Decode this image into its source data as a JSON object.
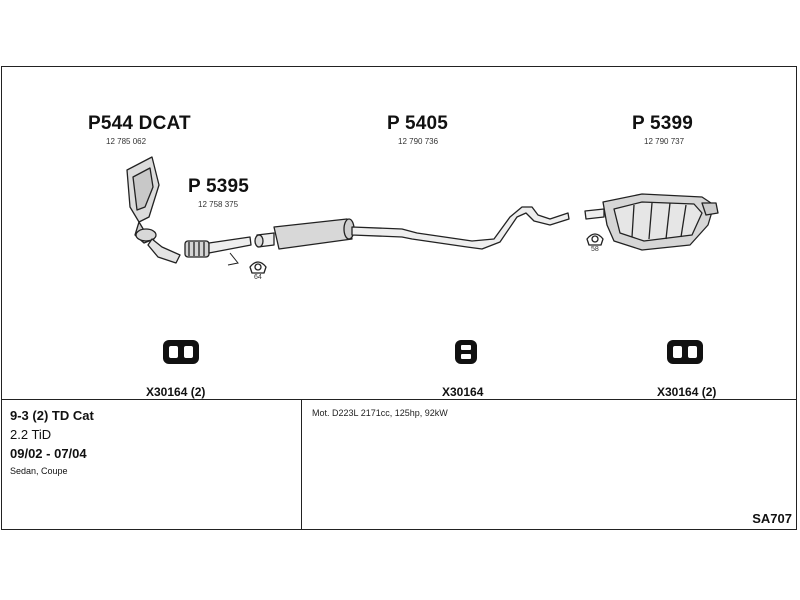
{
  "parts": {
    "catalyst": {
      "code": "P544 DCAT",
      "number": "12 785 062"
    },
    "front_pipe": {
      "code": "P 5395",
      "number": "12 758 375"
    },
    "middle": {
      "code": "P 5405",
      "number": "12 790 736"
    },
    "rear": {
      "code": "P 5399",
      "number": "12 790 737"
    }
  },
  "clamps": {
    "front": "64",
    "rear": "58"
  },
  "hangers": {
    "left": "X30164 (2)",
    "center": "X30164",
    "right": "X30164 (2)"
  },
  "vehicle": {
    "model": "9-3 (2) TD Cat",
    "engine": "2.2 TiD",
    "years": "09/02 - 07/04",
    "body": "Sedan, Coupe"
  },
  "engine_spec": "Mot. D223L 2171cc, 125hp, 92kW",
  "diagram_code": "SA707"
}
